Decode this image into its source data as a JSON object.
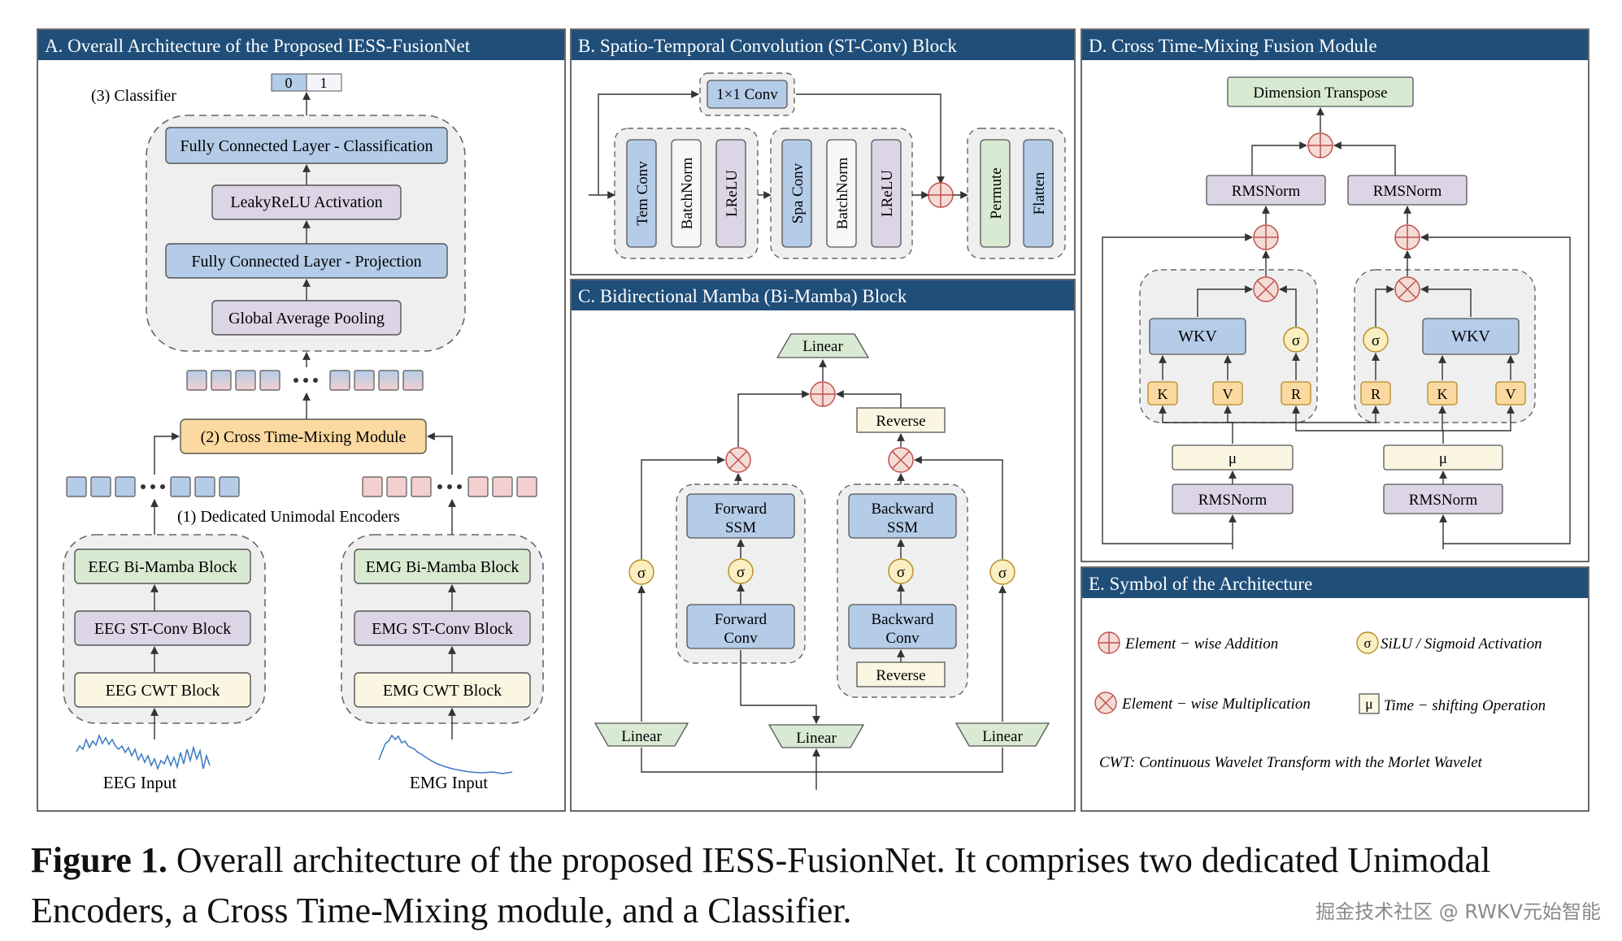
{
  "panels": {
    "a": {
      "title": "A. Overall Architecture of the Proposed IESS-FusionNet",
      "output_bits": [
        "0",
        "1"
      ],
      "classifier_label": "(3) Classifier",
      "fc_classification": "Fully Connected Layer - Classification",
      "leakyrelu": "LeakyReLU Activation",
      "fc_projection": "Fully Connected Layer - Projection",
      "gap": "Global Average Pooling",
      "cross_module": "(2) Cross Time-Mixing Module",
      "encoders_label": "(1) Dedicated Unimodal Encoders",
      "eeg_mamba": "EEG Bi-Mamba Block",
      "eeg_stconv": "EEG ST-Conv Block",
      "eeg_cwt": "EEG CWT Block",
      "emg_mamba": "EMG Bi-Mamba Block",
      "emg_stconv": "EMG ST-Conv Block",
      "emg_cwt": "EMG CWT Block",
      "eeg_input": "EEG Input",
      "emg_input": "EMG Input"
    },
    "b": {
      "title": "B. Spatio-Temporal Convolution (ST-Conv) Block",
      "conv1x1": "1×1 Conv",
      "tem_conv": "Tem Conv",
      "batchnorm1": "BatchNorm",
      "lrelu1": "LReLU",
      "spa_conv": "Spa Conv",
      "batchnorm2": "BatchNorm",
      "lrelu2": "LReLU",
      "permute": "Permute",
      "flatten": "Flatten"
    },
    "c": {
      "title": "C. Bidirectional Mamba (Bi-Mamba) Block",
      "linear_top": "Linear",
      "reverse_top": "Reverse",
      "forward_ssm_1": "Forward",
      "forward_ssm_2": "SSM",
      "backward_ssm_1": "Backward",
      "backward_ssm_2": "SSM",
      "forward_conv_1": "Forward",
      "forward_conv_2": "Conv",
      "backward_conv_1": "Backward",
      "backward_conv_2": "Conv",
      "reverse_bottom": "Reverse",
      "linear_left": "Linear",
      "linear_mid": "Linear",
      "linear_right": "Linear",
      "sigma": "σ"
    },
    "d": {
      "title": "D. Cross Time-Mixing Fusion Module",
      "dim_transpose": "Dimension Transpose",
      "rmsnorm": "RMSNorm",
      "wkv": "WKV",
      "k": "K",
      "v": "V",
      "r": "R",
      "mu": "μ",
      "sigma": "σ"
    },
    "e": {
      "title": "E. Symbol of the Architecture",
      "add": "Element − wise Addition",
      "silu": "SiLU / Sigmoid Activation",
      "mul": "Element − wise Multiplication",
      "mu_symbol": "μ",
      "sigma_symbol": "σ",
      "timeshift": "Time − shifting Operation",
      "cwt": "CWT:  Continuous Wavelet Transform with the Morlet Wavelet"
    }
  },
  "caption": {
    "label": "Figure 1.",
    "text": " Overall architecture of the proposed IESS-FusionNet. It comprises two dedicated Unimodal Encoders, a Cross Time-Mixing module, and a Classifier."
  },
  "watermark": "掘金技术社区 @ RWKV元始智能",
  "colors": {
    "title_bar": "#1f4e79",
    "blue_box": "#b4cce8",
    "purple_box": "#dcd5e6",
    "green_box": "#d9ead3",
    "cream_box": "#fbf6e2",
    "orange_box": "#fbd9a0",
    "yellow_circle": "#fbeec0",
    "pink_token": "#f4cfcf",
    "blue_token": "#b4cce8"
  }
}
